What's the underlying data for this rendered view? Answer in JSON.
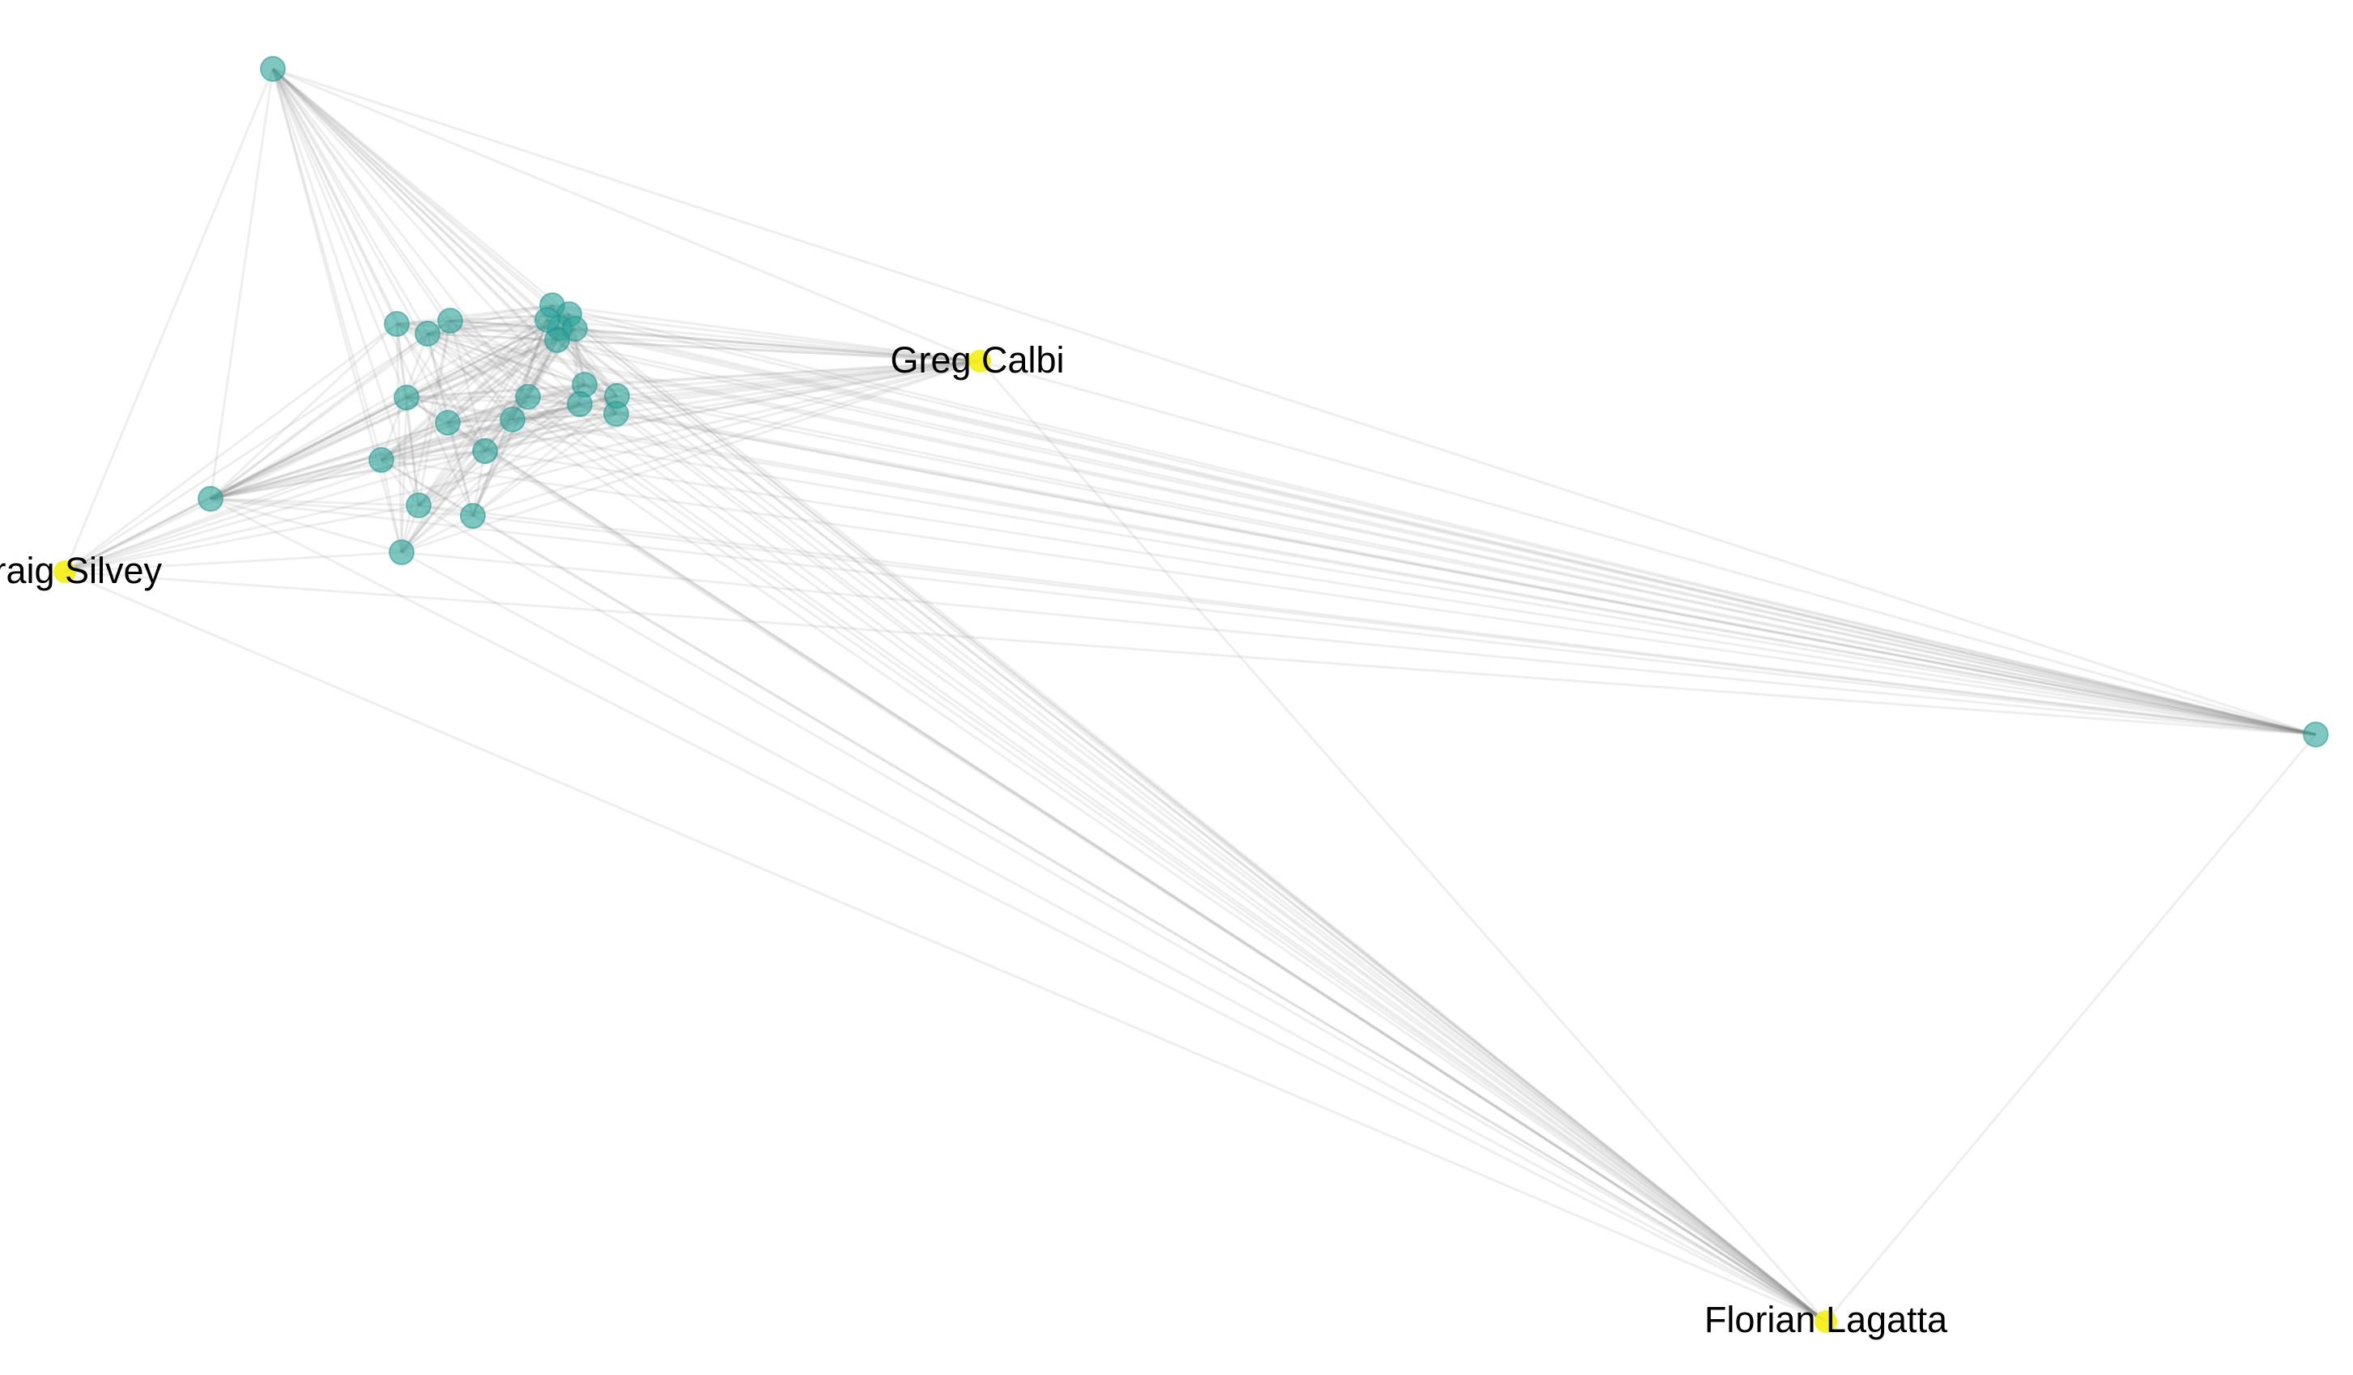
{
  "diagram": {
    "type": "network-graph",
    "colors": {
      "background": "#ffffff",
      "edge": "#8a8a8a",
      "node": "#2aa39a",
      "highlight": "#f6ef1a",
      "label": "#000000"
    },
    "nodes": [
      {
        "id": "n1",
        "label": "",
        "kind": "node"
      },
      {
        "id": "n2",
        "label": "",
        "kind": "node"
      },
      {
        "id": "n3",
        "label": "",
        "kind": "node"
      },
      {
        "id": "n4",
        "label": "",
        "kind": "node"
      },
      {
        "id": "n5",
        "label": "",
        "kind": "node"
      },
      {
        "id": "n6",
        "label": "",
        "kind": "node"
      },
      {
        "id": "n7",
        "label": "",
        "kind": "node"
      },
      {
        "id": "n8",
        "label": "",
        "kind": "node"
      },
      {
        "id": "n9",
        "label": "",
        "kind": "node"
      },
      {
        "id": "n10",
        "label": "",
        "kind": "node"
      },
      {
        "id": "n11",
        "label": "",
        "kind": "node"
      },
      {
        "id": "n12",
        "label": "",
        "kind": "node"
      },
      {
        "id": "n13",
        "label": "",
        "kind": "node"
      },
      {
        "id": "n14",
        "label": "",
        "kind": "node"
      },
      {
        "id": "n15",
        "label": "",
        "kind": "node"
      },
      {
        "id": "n16",
        "label": "",
        "kind": "node"
      },
      {
        "id": "n17",
        "label": "",
        "kind": "node"
      },
      {
        "id": "n18",
        "label": "",
        "kind": "node"
      },
      {
        "id": "n19",
        "label": "",
        "kind": "node"
      },
      {
        "id": "n20",
        "label": "",
        "kind": "node"
      },
      {
        "id": "n21",
        "label": "",
        "kind": "node"
      },
      {
        "id": "n22",
        "label": "",
        "kind": "node"
      },
      {
        "id": "n23",
        "label": "",
        "kind": "node"
      },
      {
        "id": "n24",
        "label": "",
        "kind": "node"
      },
      {
        "id": "n25",
        "label": "",
        "kind": "node"
      },
      {
        "id": "craig",
        "label": "Craig Silvey",
        "kind": "highlight"
      },
      {
        "id": "greg",
        "label": "Greg Calbi",
        "kind": "highlight"
      },
      {
        "id": "florian",
        "label": "Florian Lagatta",
        "kind": "highlight"
      }
    ]
  }
}
